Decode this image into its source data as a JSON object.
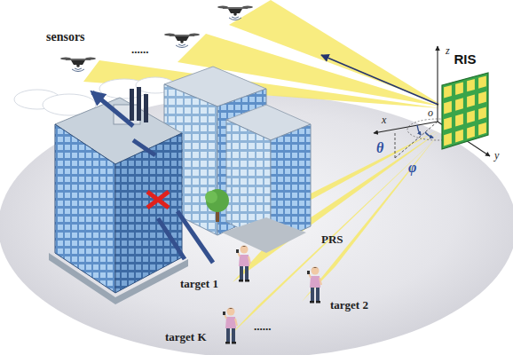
{
  "diagram": {
    "nodes": [
      {
        "text": [
          "RIS"
        ]
      }
    ],
    "labels": [
      "sensors",
      "......",
      "z",
      "x",
      "y",
      "o",
      "θ",
      "φ",
      "PRS",
      "target 1",
      "target 2",
      "......",
      "target K"
    ]
  }
}
